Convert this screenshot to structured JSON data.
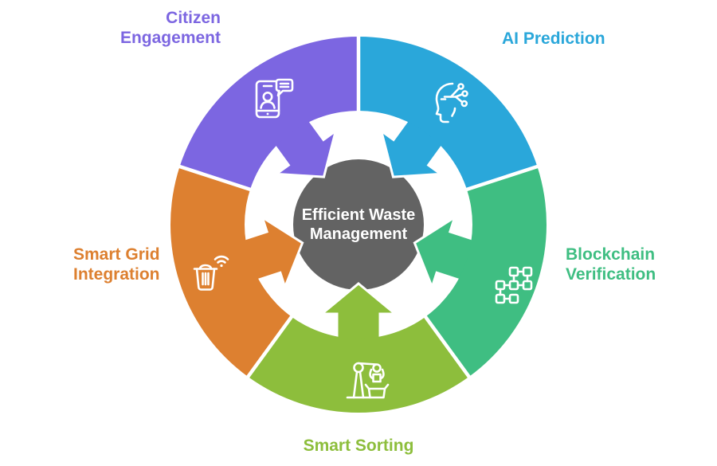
{
  "center": {
    "lines": [
      "Efficient Waste",
      "Management"
    ],
    "bg_color": "#636363",
    "text_color": "#FFFFFF"
  },
  "segments": [
    {
      "name": "smart-sorting",
      "label_lines": [
        "Smart Sorting"
      ],
      "color": "#8DBE3C",
      "icon": "robot-arm-icon"
    },
    {
      "name": "smart-grid-integration",
      "label_lines": [
        "Smart Grid",
        "Integration"
      ],
      "color": "#DD8030",
      "icon": "smart-bin-wifi-icon"
    },
    {
      "name": "citizen-engagement",
      "label_lines": [
        "Citizen",
        "Engagement"
      ],
      "color": "#7C66E1",
      "icon": "phone-chat-icon"
    },
    {
      "name": "ai-prediction",
      "label_lines": [
        "AI Prediction"
      ],
      "color": "#2AA7DA",
      "icon": "ai-head-icon"
    },
    {
      "name": "blockchain-verification",
      "label_lines": [
        "Blockchain",
        "Verification"
      ],
      "color": "#3FBE82",
      "icon": "blockchain-icon"
    }
  ]
}
